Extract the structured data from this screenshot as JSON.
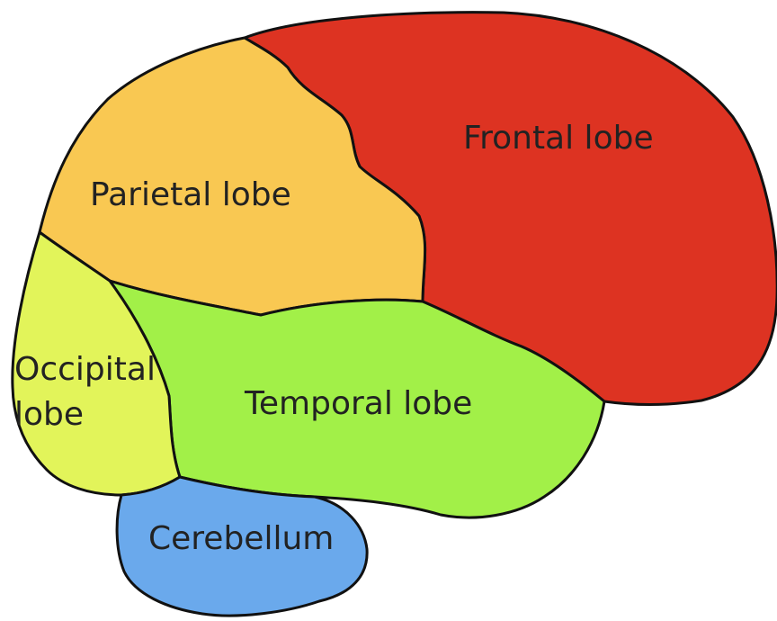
{
  "diagram": {
    "lobes": [
      {
        "id": "frontal",
        "label_lines": [
          "Frontal lobe"
        ],
        "color": "#dd3322"
      },
      {
        "id": "parietal",
        "label_lines": [
          "Parietal lobe"
        ],
        "color": "#f9c852"
      },
      {
        "id": "occipital",
        "label_lines": [
          "Occipital",
          "lobe"
        ],
        "color": "#e2f45a"
      },
      {
        "id": "temporal",
        "label_lines": [
          "Temporal lobe"
        ],
        "color": "#a2f048"
      },
      {
        "id": "cerebellum",
        "label_lines": [
          "Cerebellum"
        ],
        "color": "#6aa9ec"
      }
    ]
  }
}
